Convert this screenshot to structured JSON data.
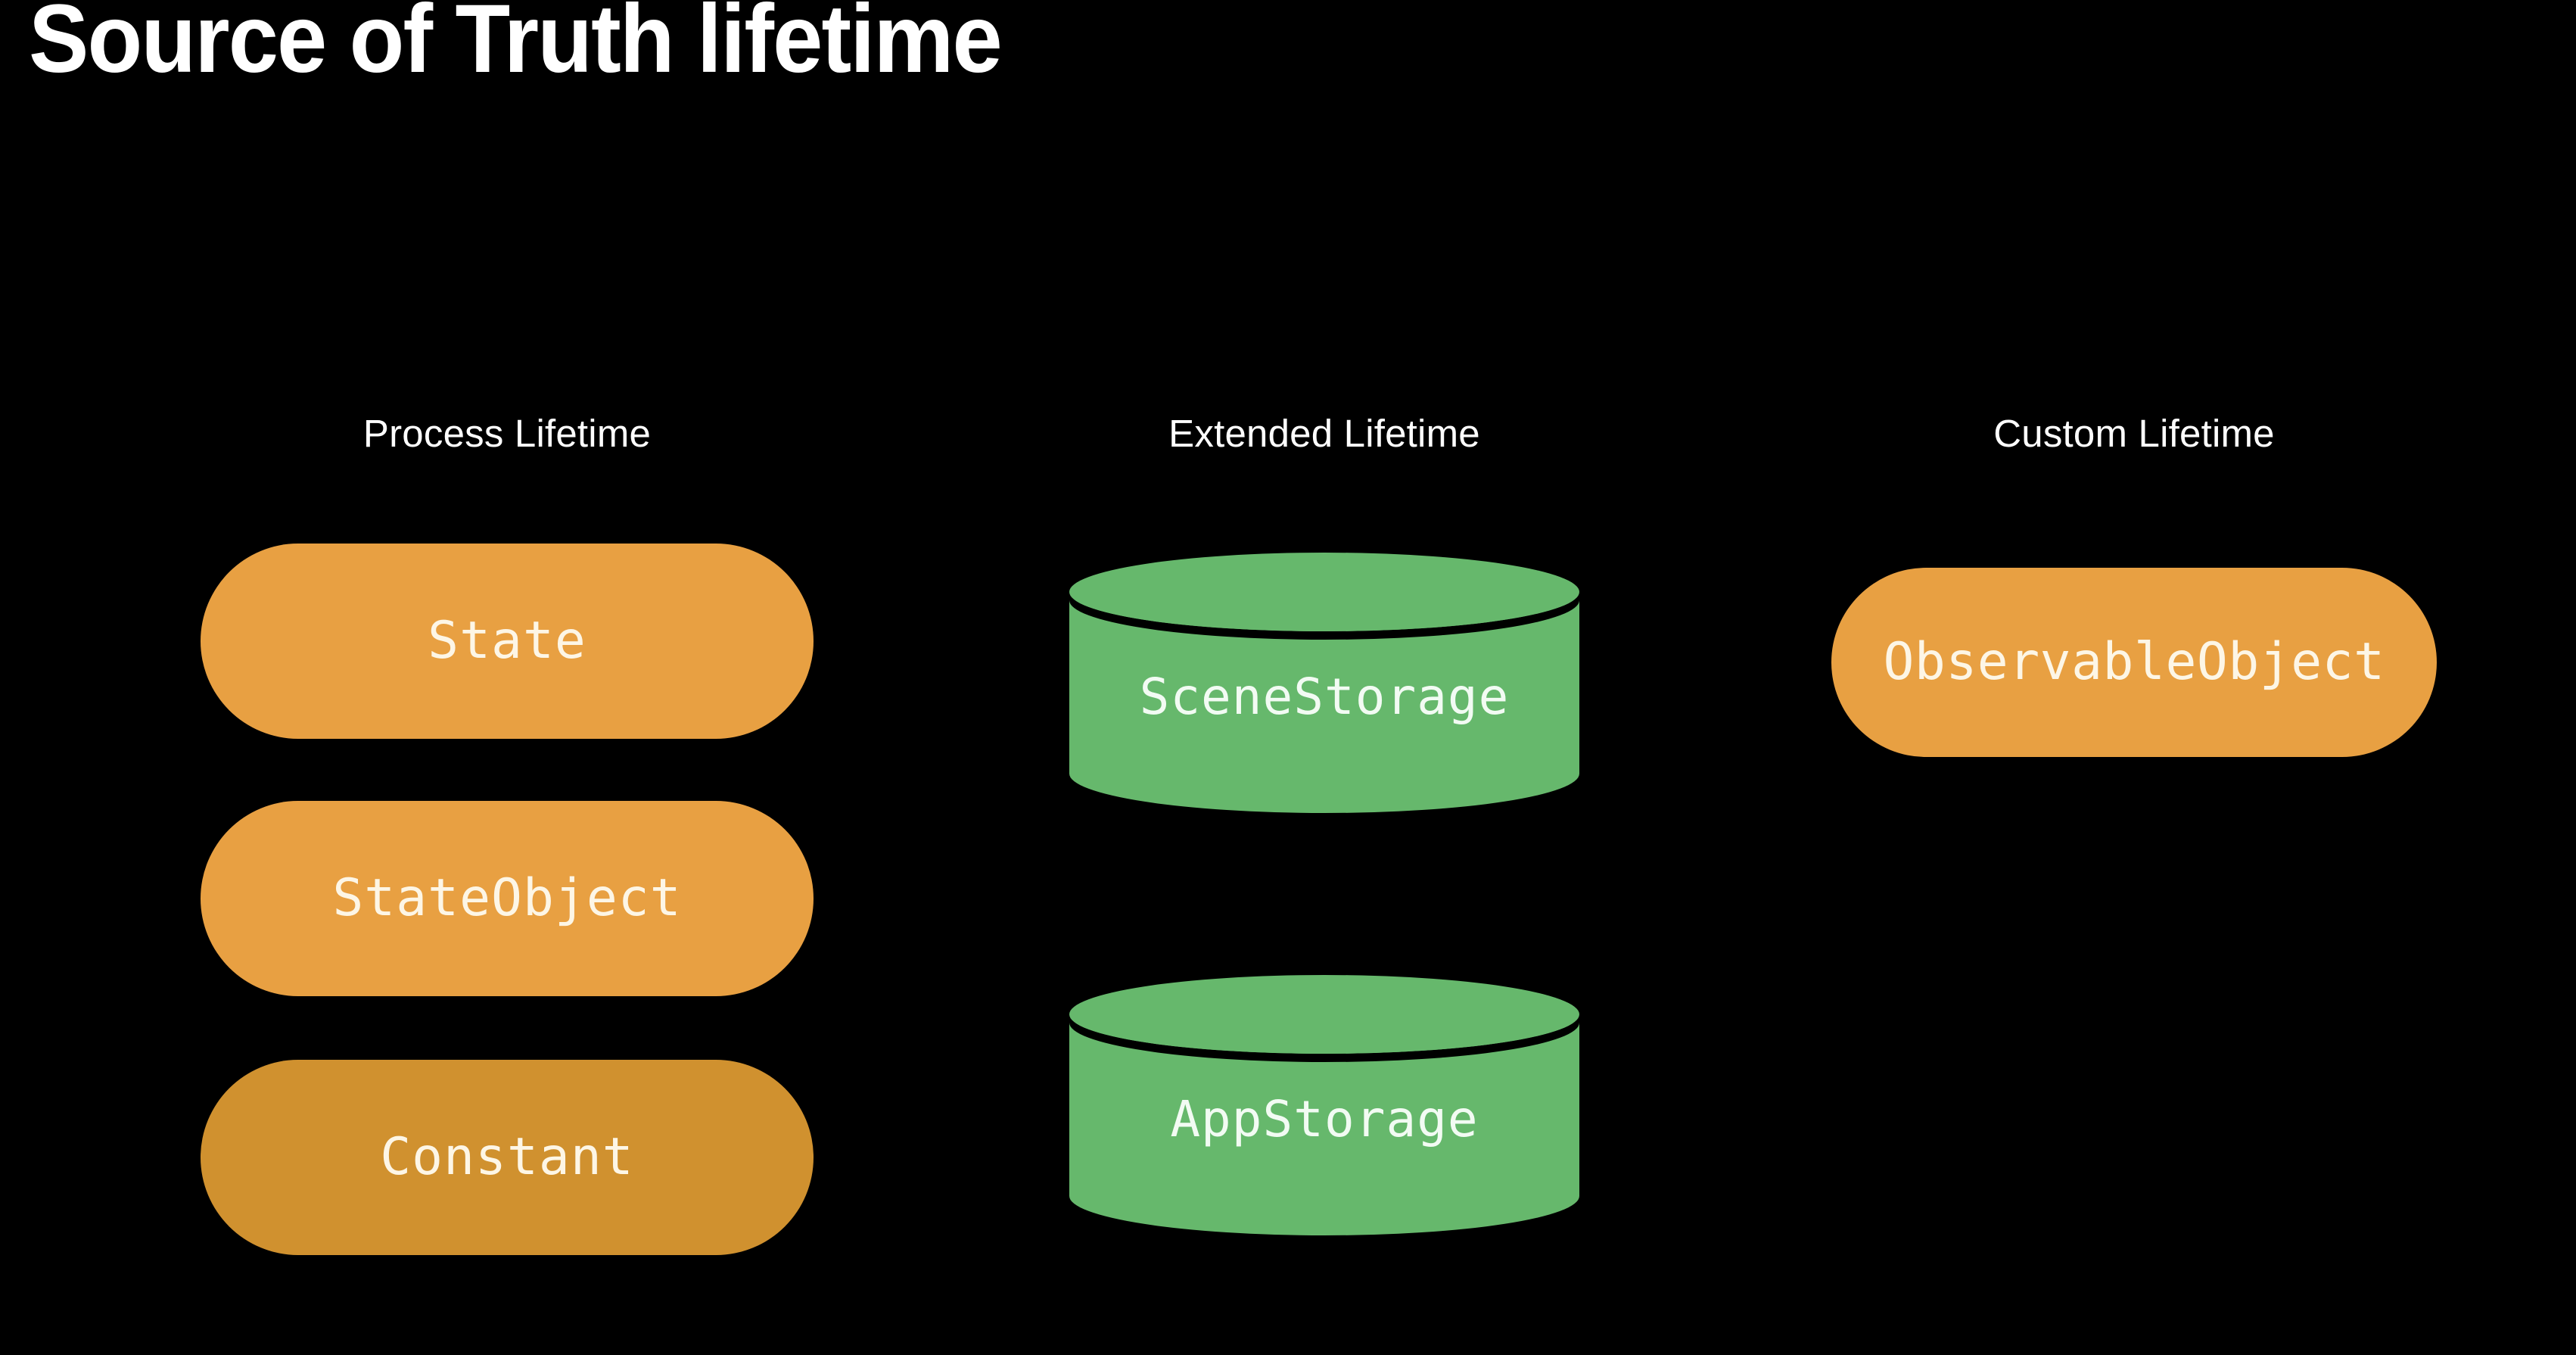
{
  "slide": {
    "title": "Source of Truth lifetime",
    "background_color": "#000000",
    "title_color": "#ffffff"
  },
  "palette": {
    "orange": "#e8a042",
    "orange_deep": "#d0912f",
    "green": "#66b86c",
    "node_text": "#fdf6e6",
    "header_text": "#ffffff"
  },
  "columns": [
    {
      "id": "process-lifetime",
      "header": "Process Lifetime",
      "nodes": [
        {
          "label": "State",
          "shape": "pill",
          "color": "#e8a042"
        },
        {
          "label": "StateObject",
          "shape": "pill",
          "color": "#e8a042"
        },
        {
          "label": "Constant",
          "shape": "pill",
          "color": "#d0912f"
        }
      ]
    },
    {
      "id": "extended-lifetime",
      "header": "Extended Lifetime",
      "nodes": [
        {
          "label": "SceneStorage",
          "shape": "cylinder",
          "color": "#66b86c"
        },
        {
          "label": "AppStorage",
          "shape": "cylinder",
          "color": "#66b86c"
        }
      ]
    },
    {
      "id": "custom-lifetime",
      "header": "Custom Lifetime",
      "nodes": [
        {
          "label": "ObservableObject",
          "shape": "pill",
          "color": "#e8a042"
        }
      ]
    }
  ]
}
